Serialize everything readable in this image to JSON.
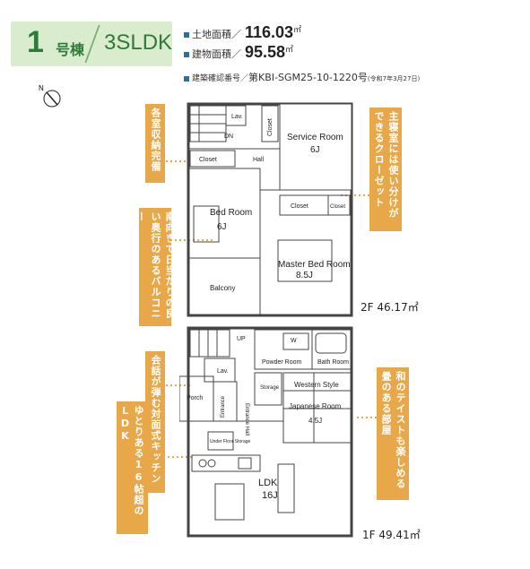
{
  "header": {
    "unit_number": "1",
    "unit_suffix": "号棟",
    "layout_type": "3SLDK",
    "land_area_label": "土地面積／",
    "land_area_value": "116.03",
    "building_area_label": "建物面積／",
    "building_area_value": "95.58",
    "area_unit": "㎡",
    "confirmation_label": "建築確認番号／",
    "confirmation_value": "第KBI-SGM25-10-1220号",
    "confirmation_date": "(令和7年3月27日)"
  },
  "compass_label": "N",
  "callouts": {
    "all_rooms_closet": "各室収納完備",
    "south_balcony": "南向きで日当たりの良い奥行のあるバルコニー",
    "face_to_face_kitchen": "会話が弾む対面式キッチン",
    "spacious_ldk": "ゆとりある16帖超のLDK",
    "walkin_closet": "主寝室には使い分けができるクローゼット",
    "japanese_room": "和のテイストも楽しめる畳のある部屋"
  },
  "floor2": {
    "area": "2F 46.17㎡",
    "rooms": {
      "lav": "Lav.",
      "dn": "DN",
      "closet_a": "Closet",
      "service_room": "Service Room",
      "service_size": "6J",
      "closet_b": "Closet",
      "hall": "Hall",
      "closet_c": "Closet",
      "closet_d": "Closet",
      "bed_room": "Bed Room",
      "bed_size": "6J",
      "master_room": "Master Bed Room",
      "master_size": "8.5J",
      "balcony": "Balcony"
    }
  },
  "floor1": {
    "area": "1F 49.41㎡",
    "rooms": {
      "up": "UP",
      "lav": "Lav.",
      "w": "W",
      "powder_room": "Powder Room",
      "bath_room": "Bath Room",
      "entrance_hall": "Entrance Hall",
      "storage": "Storage",
      "porch": "Porch",
      "entrance": "Entrance",
      "western_room": "Western Style",
      "japanese_room": "Japanese Room",
      "japanese_size": "4.5J",
      "under_floor": "Under Floor Storage",
      "ldk": "LDK",
      "ldk_size": "16J"
    }
  }
}
